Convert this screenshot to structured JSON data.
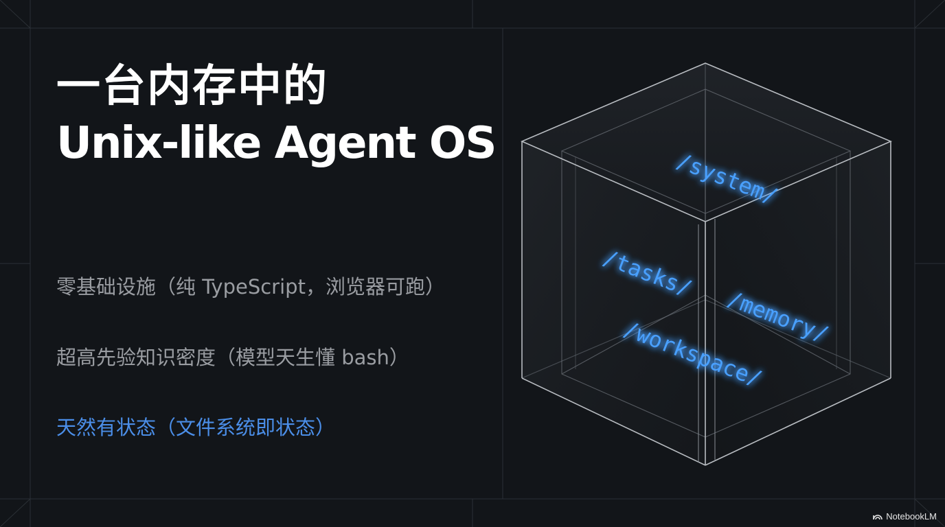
{
  "slide": {
    "title_line_1": "一台内存中的",
    "title_line_2": "Unix-like Agent OS",
    "bullets": [
      "零基础设施（纯 TypeScript，浏览器可跑）",
      "超高先验知识密度（模型天生懂 bash）",
      "天然有状态（文件系统即状态）"
    ],
    "directories": {
      "system": "/system/",
      "tasks": "/tasks/",
      "memory": "/memory/",
      "workspace": "/workspace/"
    }
  },
  "watermark": {
    "icon": "notebooklm-icon",
    "label": "NotebookLM"
  },
  "colors": {
    "background": "#121519",
    "title": "#ffffff",
    "bullet_muted": "#9a9da2",
    "bullet_accent": "#4b8ee8",
    "glow_label": "#4aa0ff",
    "frame_line": "#2b3036"
  }
}
